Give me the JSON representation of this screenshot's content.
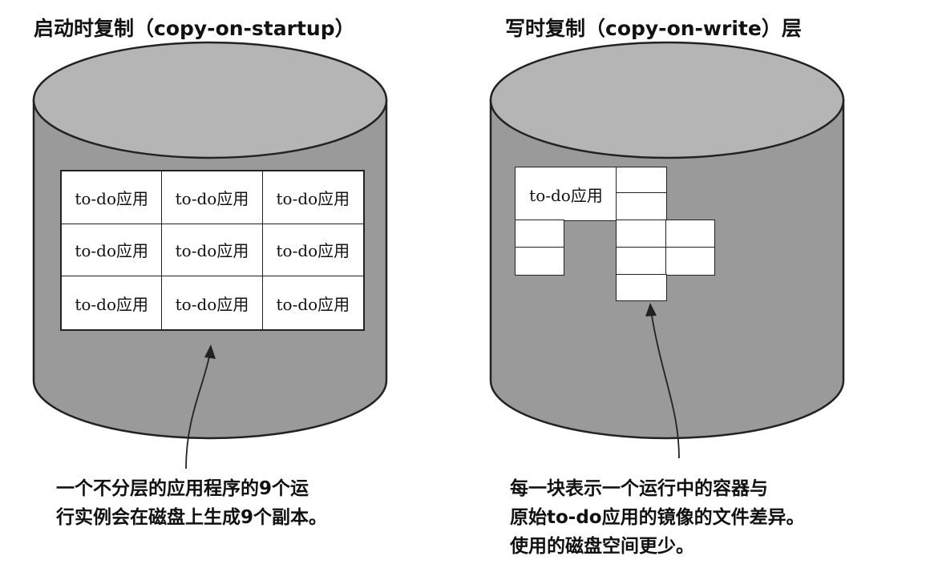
{
  "left": {
    "title": "启动时复制（copy-on-startup）",
    "cell_label": "to-do应用",
    "cells": [
      "to-do应用",
      "to-do应用",
      "to-do应用",
      "to-do应用",
      "to-do应用",
      "to-do应用",
      "to-do应用",
      "to-do应用",
      "to-do应用"
    ],
    "caption_lines": [
      "一个不分层的应用程序的9个运",
      "行实例会在磁盘上生成9个副本。"
    ]
  },
  "right": {
    "title": "写时复制（copy-on-write）层",
    "block_label": "to-do应用",
    "caption_lines": [
      "每一块表示一个运行中的容器与",
      "原始to-do应用的镜像的文件差异。",
      "使用的磁盘空间更少。"
    ]
  },
  "colors": {
    "cylinder_fill": "#9a9a9a",
    "cylinder_top": "#b5b5b5",
    "outline": "#222222"
  }
}
